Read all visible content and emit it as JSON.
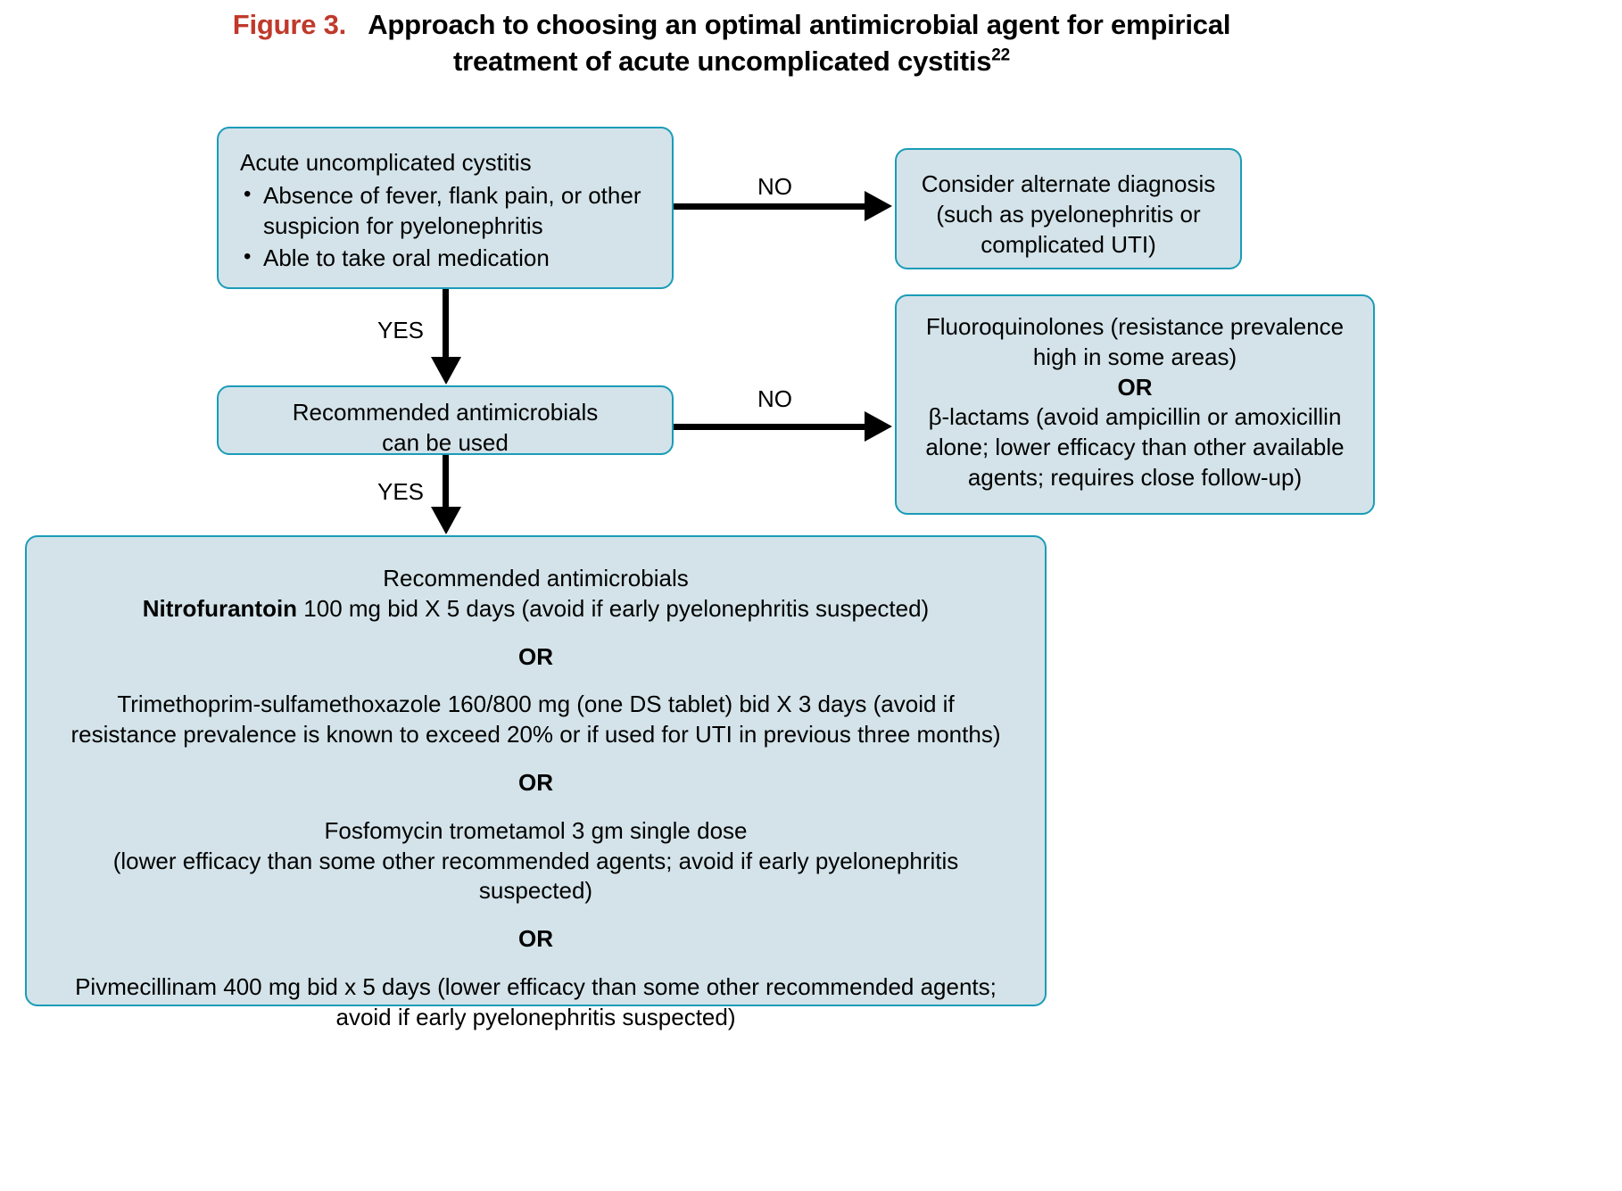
{
  "figure": {
    "label": "Figure 3.",
    "label_color": "#c0392b",
    "title_line1": "Approach to choosing an optimal antimicrobial agent for empirical",
    "title_line2": "treatment of acute uncomplicated cystitis",
    "title_superscript": "22"
  },
  "theme": {
    "box_fill": "#d3e3e9",
    "box_border": "#1a9cb8",
    "arrow_color": "#000000",
    "text_color": "#000000"
  },
  "nodes": {
    "cystitis": {
      "heading": "Acute uncomplicated cystitis",
      "bullets": [
        "Absence of fever, flank pain, or other suspicion for pyelonephritis",
        "Able to take oral medication"
      ]
    },
    "alternate_diagnosis": {
      "line1": "Consider alternate diagnosis",
      "line2": "(such as pyelonephritis or",
      "line3": "complicated UTI)"
    },
    "recommended_can_be_used": {
      "line1": "Recommended antimicrobials",
      "line2": "can be used"
    },
    "alternative_agents": {
      "line1": "Fluoroquinolones (resistance prevalence",
      "line2": "high in some areas)",
      "or": "OR",
      "line3": "β-lactams (avoid ampicillin or amoxicillin",
      "line4": "alone; lower efficacy than other available",
      "line5": "agents; requires close follow-up)"
    },
    "recommended_regimens": {
      "heading": "Recommended antimicrobials",
      "drug1_name": "Nitrofurantoin",
      "drug1_detail": " 100 mg bid X 5 days (avoid if early pyelonephritis suspected)",
      "or1": "OR",
      "drug2_line1": "Trimethoprim-sulfamethoxazole 160/800 mg (one DS tablet) bid X 3 days (avoid if",
      "drug2_line2": "resistance prevalence is known to exceed 20% or if used for UTI in previous three months)",
      "or2": "OR",
      "drug3_line1": "Fosfomycin trometamol 3 gm single dose",
      "drug3_line2": "(lower efficacy than some other recommended agents; avoid if early pyelonephritis",
      "drug3_line3": "suspected)",
      "or3": "OR",
      "drug4_line1": "Pivmecillinam 400 mg bid x 5 days (lower efficacy than some other recommended agents;",
      "drug4_line2": "avoid if early pyelonephritis suspected)"
    }
  },
  "edges": {
    "cystitis_no": "NO",
    "cystitis_yes": "YES",
    "recommended_no": "NO",
    "recommended_yes": "YES"
  }
}
